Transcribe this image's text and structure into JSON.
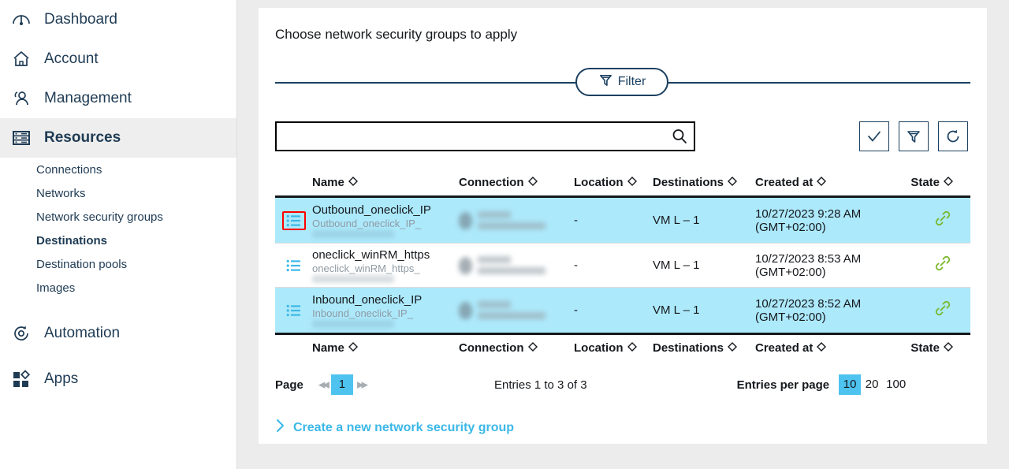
{
  "sidebar": {
    "primary": [
      {
        "label": "Dashboard",
        "icon": "gauge-icon",
        "active": false
      },
      {
        "label": "Account",
        "icon": "home-icon",
        "active": false
      },
      {
        "label": "Management",
        "icon": "users-icon",
        "active": false
      },
      {
        "label": "Resources",
        "icon": "server-icon",
        "active": true
      },
      {
        "label": "Automation",
        "icon": "automation-icon",
        "active": false
      },
      {
        "label": "Apps",
        "icon": "apps-icon",
        "active": false
      }
    ],
    "resources_sub": [
      {
        "label": "Connections",
        "active": false
      },
      {
        "label": "Networks",
        "active": false
      },
      {
        "label": "Network security groups",
        "active": false
      },
      {
        "label": "Destinations",
        "active": true
      },
      {
        "label": "Destination pools",
        "active": false
      },
      {
        "label": "Images",
        "active": false
      }
    ]
  },
  "panel": {
    "title": "Choose network security groups to apply",
    "filter_pill_label": "Filter",
    "search": {
      "value": "",
      "placeholder": ""
    },
    "toolbar_buttons": [
      {
        "name": "check-icon",
        "title": "Apply selection"
      },
      {
        "name": "filter-icon",
        "title": "Filter"
      },
      {
        "name": "refresh-icon",
        "title": "Refresh"
      }
    ]
  },
  "table": {
    "columns": [
      {
        "key": "name",
        "label": "Name"
      },
      {
        "key": "connection",
        "label": "Connection"
      },
      {
        "key": "location",
        "label": "Location"
      },
      {
        "key": "destinations",
        "label": "Destinations"
      },
      {
        "key": "created_at",
        "label": "Created at"
      },
      {
        "key": "state",
        "label": "State"
      }
    ],
    "rows": [
      {
        "name": "Outbound_oneclick_IP",
        "name_sub": "Outbound_oneclick_IP_",
        "connection": "",
        "location": "-",
        "destinations": "VM L – 1",
        "created_at": "10/27/2023 9:28 AM",
        "created_at_tz": "(GMT+02:00)",
        "state_icon": "link-icon",
        "selected": true,
        "icon_highlighted": true
      },
      {
        "name": "oneclick_winRM_https",
        "name_sub": "oneclick_winRM_https_",
        "connection": "",
        "location": "-",
        "destinations": "VM L – 1",
        "created_at": "10/27/2023 8:53 AM",
        "created_at_tz": "(GMT+02:00)",
        "state_icon": "link-icon",
        "selected": false,
        "icon_highlighted": false
      },
      {
        "name": "Inbound_oneclick_IP",
        "name_sub": "Inbound_oneclick_IP_",
        "connection": "",
        "location": "-",
        "destinations": "VM L – 1",
        "created_at": "10/27/2023 8:52 AM",
        "created_at_tz": "(GMT+02:00)",
        "state_icon": "link-icon",
        "selected": true,
        "icon_highlighted": false
      }
    ]
  },
  "pagination": {
    "page_label": "Page",
    "first_arrow": "⏪",
    "last_arrow": "⏩",
    "current_page": "1",
    "entries_text": "Entries 1 to 3 of 3",
    "per_page_label": "Entries per page",
    "per_page_options": [
      "10",
      "20",
      "100"
    ],
    "per_page_selected": "10"
  },
  "footer": {
    "create_link_label": "Create a new network security group"
  },
  "colors": {
    "accent_dark": "#1b4060",
    "row_selected": "#ace9fb",
    "highlight_cyan": "#4ec3f0",
    "link_blue": "#3cb8e8",
    "state_green": "#78b828",
    "focus_red": "#ff0000",
    "page_bg": "#ececec"
  }
}
